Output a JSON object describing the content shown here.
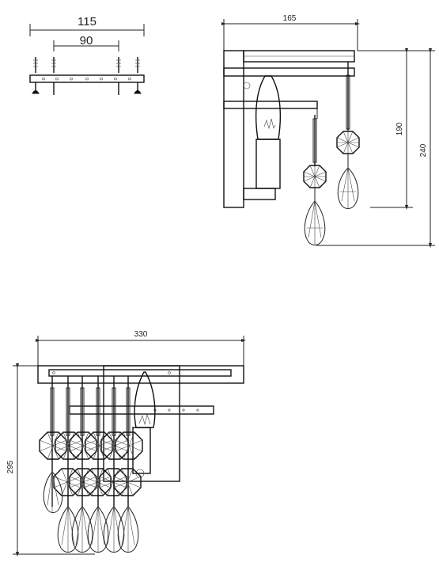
{
  "mount_plate": {
    "outer_width": "115",
    "inner_width": "90"
  },
  "side_view": {
    "depth": "165",
    "height_short": "190",
    "height_total": "240"
  },
  "front_view": {
    "width": "330",
    "height": "295"
  },
  "colors": {
    "line": "#222222",
    "background": "#ffffff"
  }
}
